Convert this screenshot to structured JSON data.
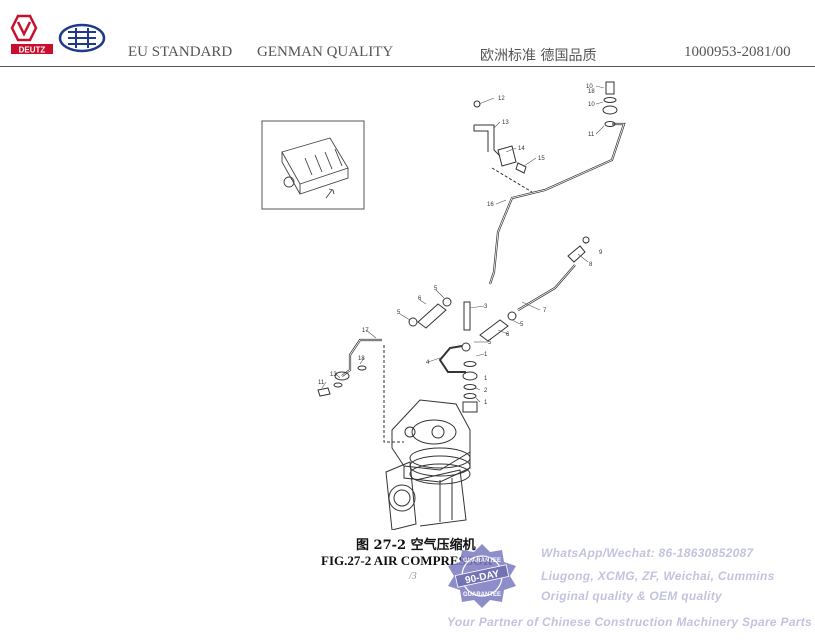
{
  "header": {
    "brand_text": "DEUTZ",
    "standard": "EU STANDARD",
    "quality": "GENMAN QUALITY",
    "chinese_slogan": "欧洲标准  德国品质",
    "doc_number": "1000953-2081/00"
  },
  "drawing": {
    "callouts": [
      "1",
      "1",
      "1",
      "1",
      "2",
      "3",
      "4",
      "5",
      "5",
      "5",
      "5",
      "6",
      "6",
      "7",
      "8",
      "9",
      "10",
      "11",
      "11",
      "12",
      "13",
      "13",
      "14",
      "15",
      "16",
      "17",
      "18",
      "18"
    ]
  },
  "caption": {
    "chinese": "图 27-2  空气压缩机",
    "english": "FIG.27-2 AIR COMPRESSOR",
    "page": "/3"
  },
  "watermark": {
    "seal_lines": [
      "GUARANTEE",
      "90-DAY",
      "GUARANTEE"
    ],
    "line1": "WhatsApp/Wechat: 86-18630852087",
    "line2": "Liugong, XCMG, ZF, Weichai, Cummins",
    "line3": "Original quality  &  OEM  quality",
    "line4": "Your Partner of Chinese Construction Machinery Spare Parts"
  },
  "colors": {
    "deutz_red": "#c8102e",
    "faw_blue": "#1f3a8a",
    "watermark": "#a9a9d6",
    "seal": "#7a7ac0"
  }
}
